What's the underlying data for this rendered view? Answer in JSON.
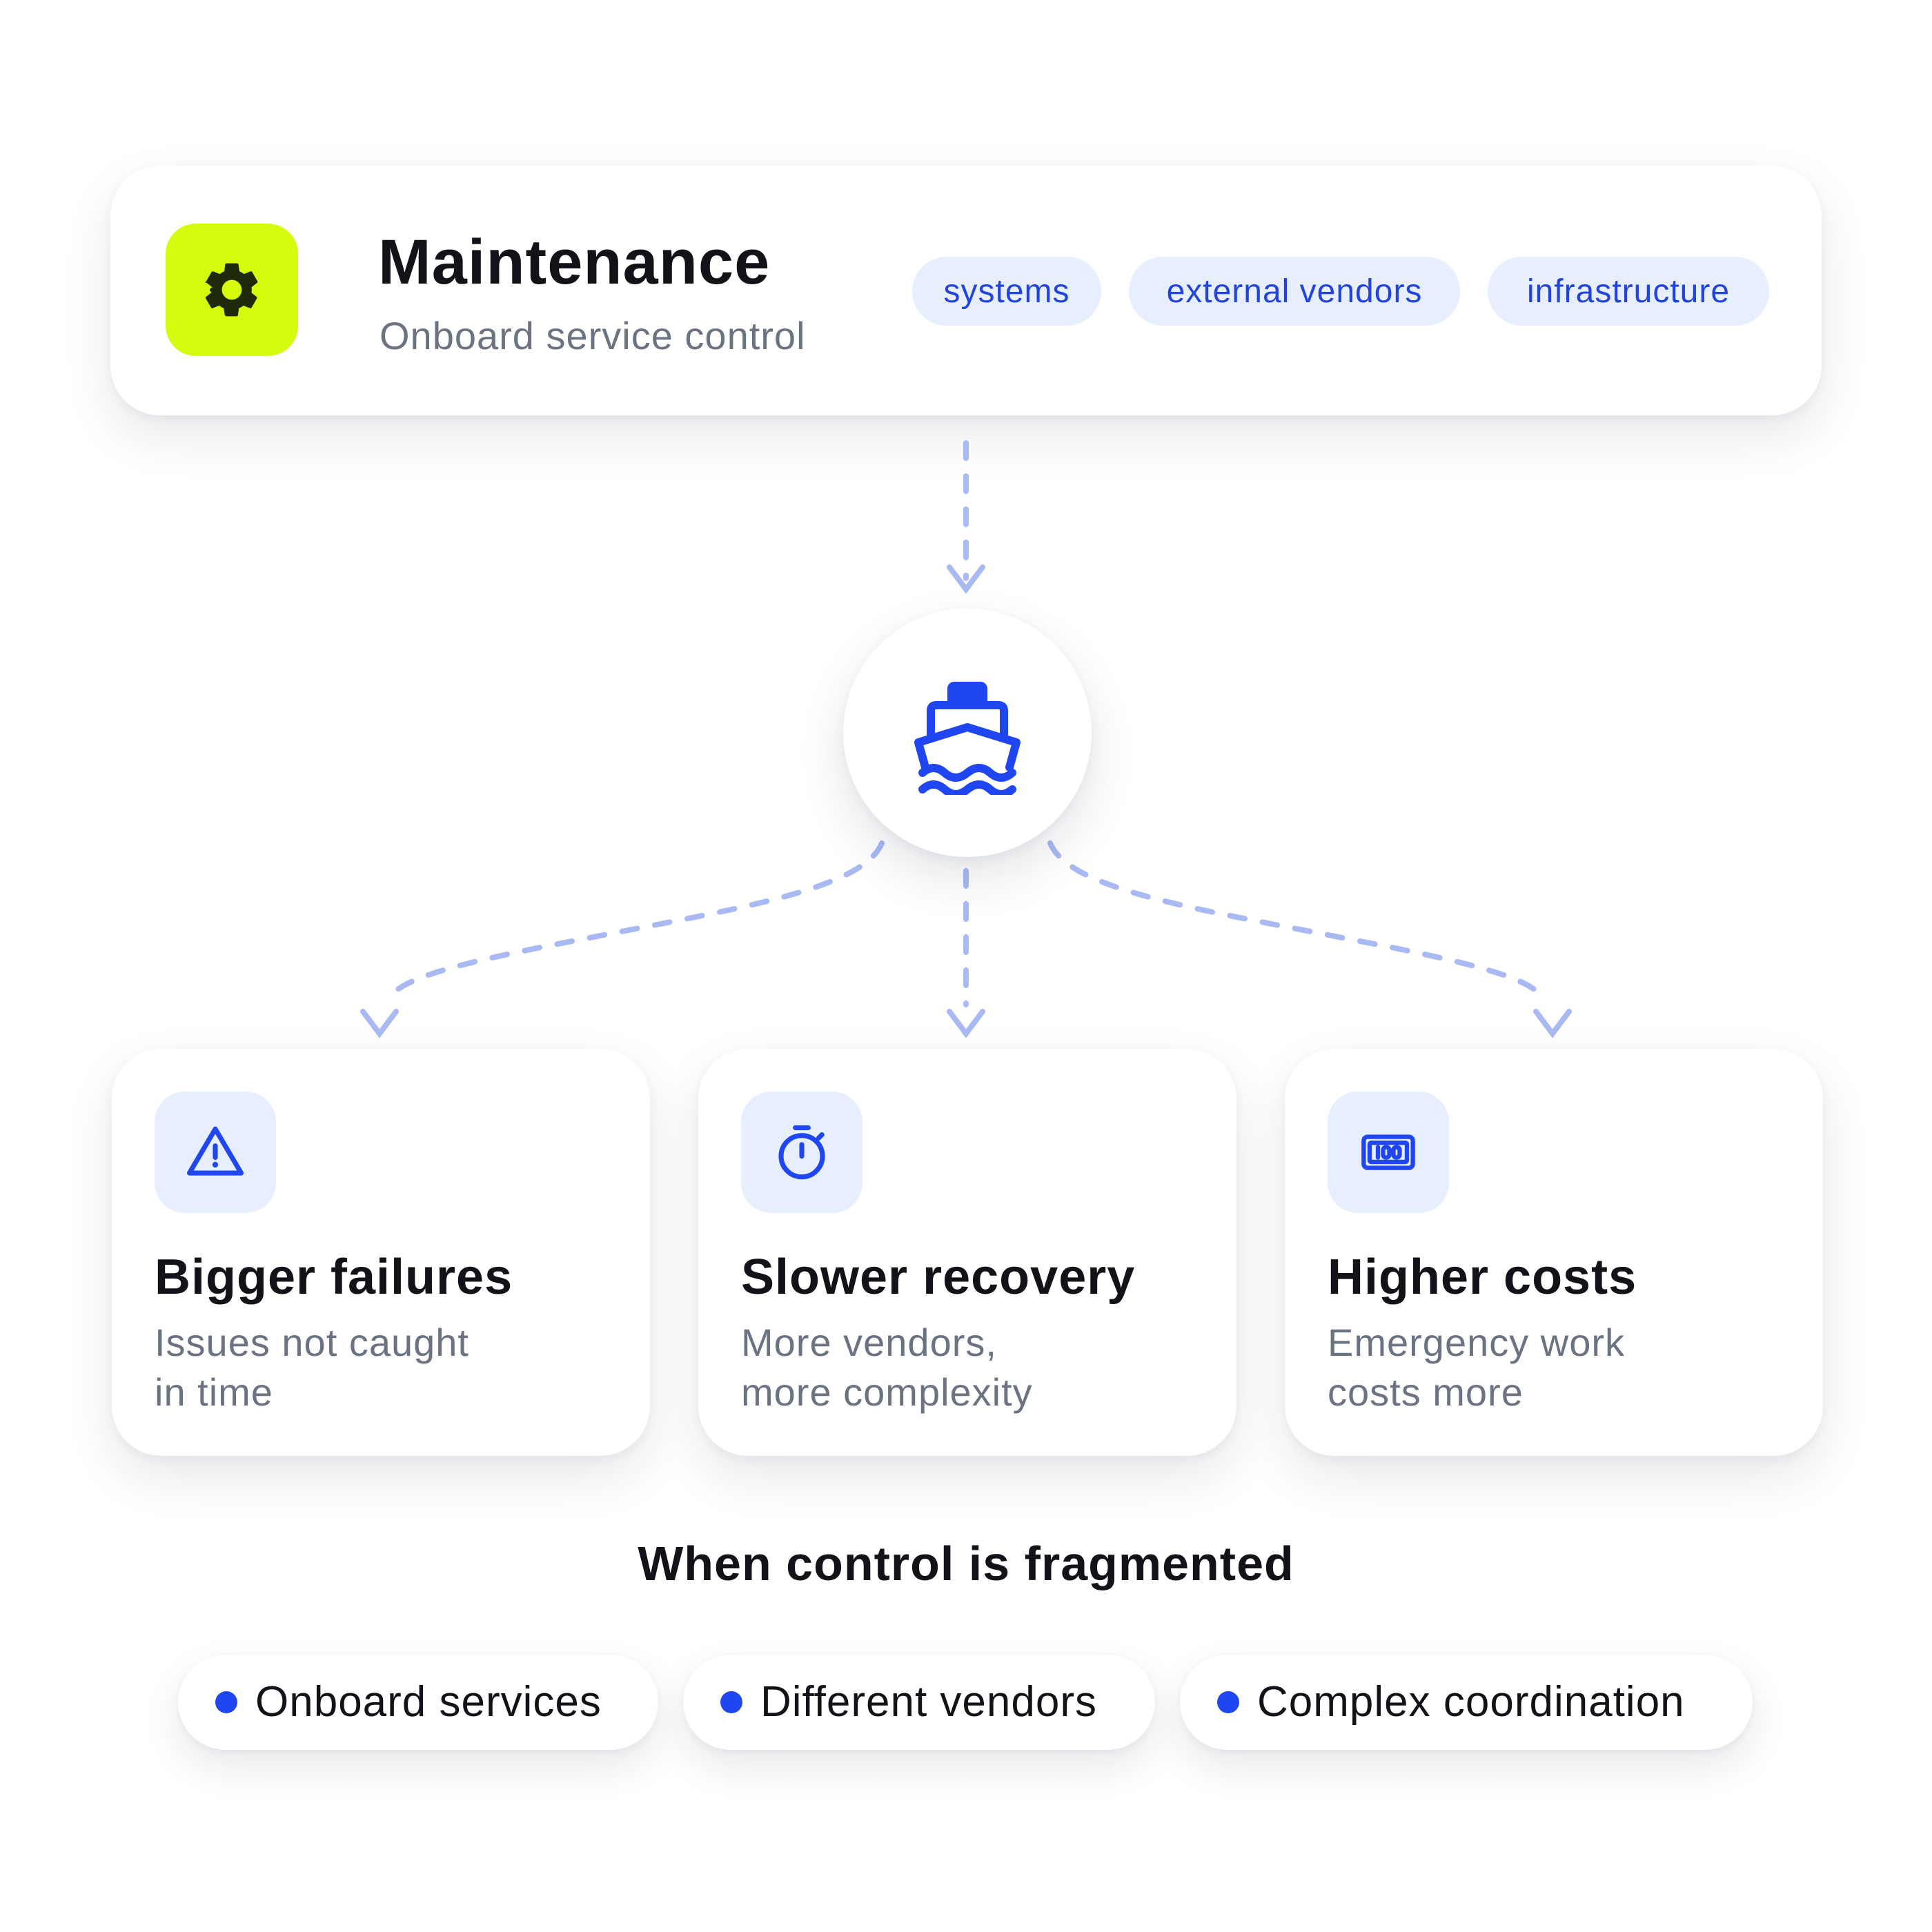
{
  "header": {
    "title": "Maintenance",
    "subtitle": "Onboard service control",
    "icon": "gear-icon",
    "tags": [
      "systems",
      "external vendors",
      "infrastructure"
    ]
  },
  "hub": {
    "icon": "ship-icon"
  },
  "effects": [
    {
      "icon": "warning-triangle-icon",
      "title": "Bigger failures",
      "line1": "Issues not caught",
      "line2": "in time"
    },
    {
      "icon": "stopwatch-icon",
      "title": "Slower recovery",
      "line1": "More vendors,",
      "line2": "more complexity"
    },
    {
      "icon": "cash-icon",
      "title": "Higher costs",
      "line1": "Emergency work",
      "line2": "costs more"
    }
  ],
  "footer": {
    "heading": "When control is fragmented",
    "pills": [
      "Onboard services",
      "Different vendors",
      "Complex coordination"
    ]
  },
  "colors": {
    "accent_lime": "#d6fb0c",
    "accent_blue": "#1f46f0",
    "tag_bg": "#e7efff",
    "connector": "#a9b9f4",
    "text_dark": "#111318",
    "text_muted": "#6b7282"
  }
}
